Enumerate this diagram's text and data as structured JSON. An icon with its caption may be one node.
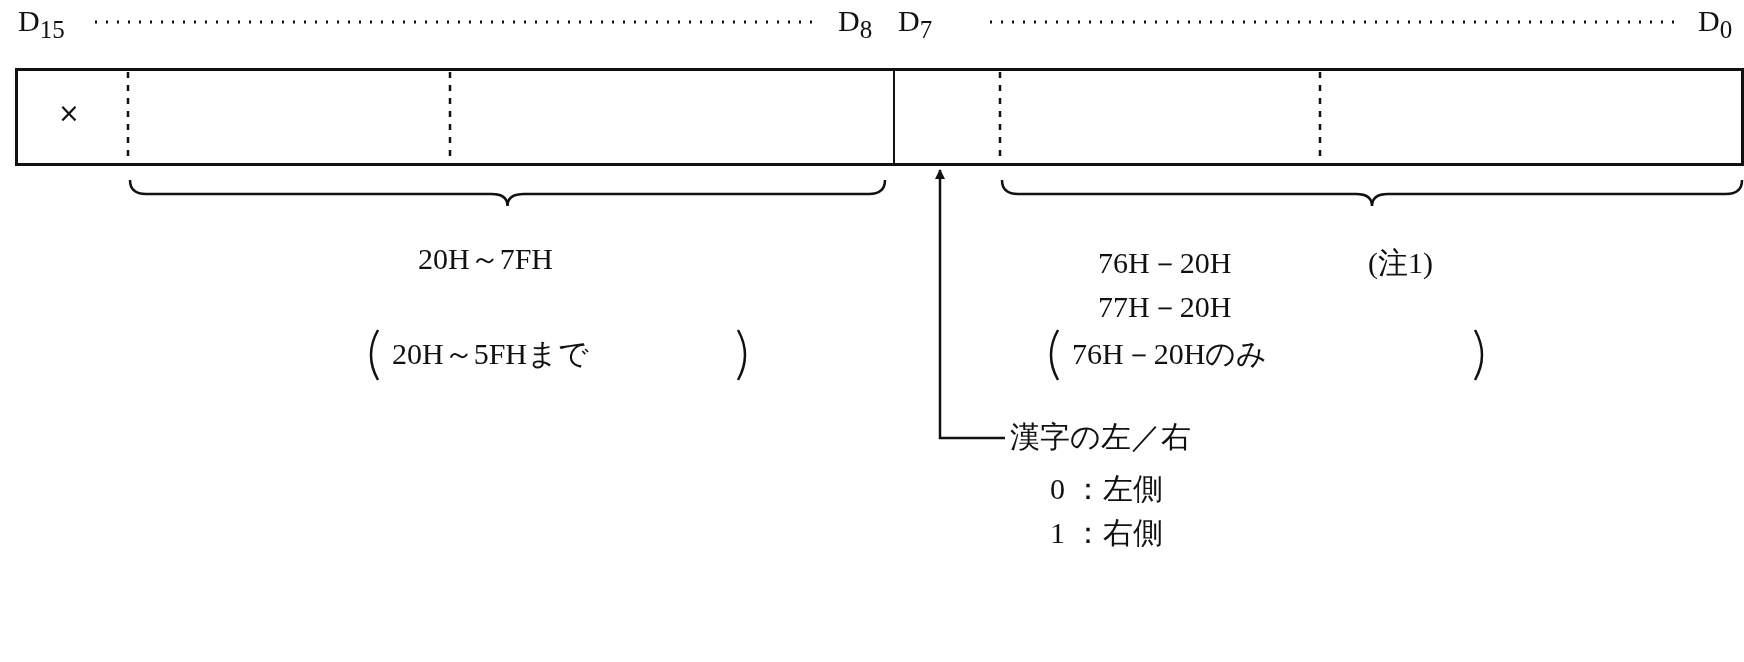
{
  "diagram": {
    "nodes": [
      {
        "text": [],
        "shape": "box"
      },
      {
        "text": [
          "×"
        ],
        "in": 0
      },
      {
        "text": [],
        "shape": "box",
        "in": 0
      },
      {
        "text": [
          "漢字の左／右",
          "0 ：左側",
          "1 ：右側"
        ]
      }
    ],
    "edges": [
      {
        "from": 3,
        "to": 2,
        "arrow": "to"
      }
    ],
    "labels": [
      "D$_{15}$",
      "D$_{8}$",
      "D$_{7}$",
      "D$_{0}$",
      "20H～7FH",
      "20H～5FHまで",
      "76H－20H",
      "(注1)",
      "77H－20H",
      "76H－20Hのみ"
    ]
  }
}
